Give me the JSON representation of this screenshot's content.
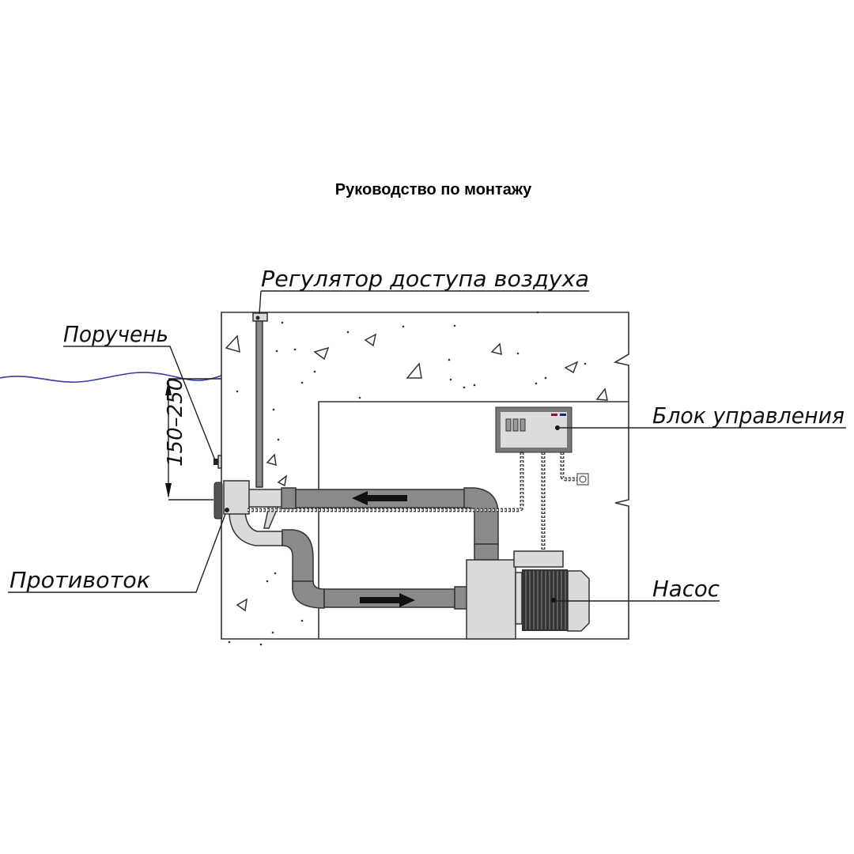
{
  "title": "Руководство по монтажу",
  "labels": {
    "air_regulator": "Регулятор доступа воздуха",
    "handrail": "Поручень",
    "control_unit": "Блок управления",
    "counterflow": "Противоток",
    "pump": "Насос",
    "dimension": "150–250"
  },
  "colors": {
    "water": "#3a3aa8",
    "pipe_dark": "#8a8a8c",
    "pipe_light": "#dadada",
    "indicator_red": "#8b1a1a",
    "indicator_blue": "#1a237e"
  }
}
